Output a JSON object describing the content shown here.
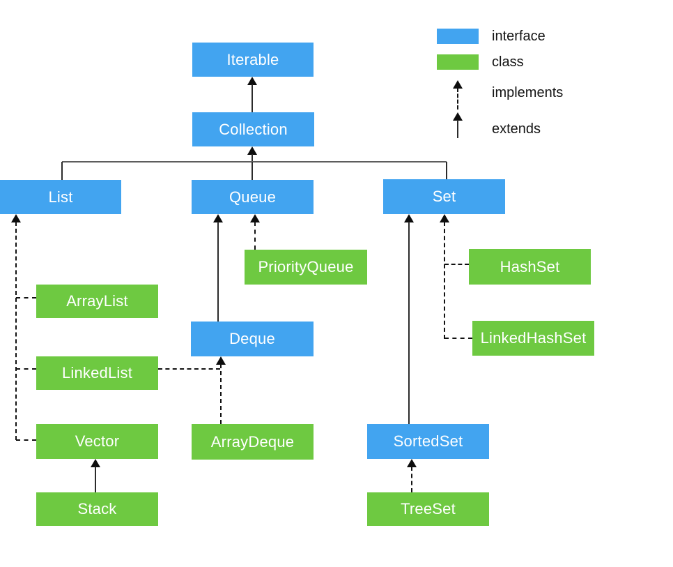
{
  "diagram": {
    "nodes": {
      "iterable": {
        "label": "Iterable",
        "type": "interface"
      },
      "collection": {
        "label": "Collection",
        "type": "interface"
      },
      "list": {
        "label": "List",
        "type": "interface"
      },
      "queue": {
        "label": "Queue",
        "type": "interface"
      },
      "set": {
        "label": "Set",
        "type": "interface"
      },
      "priorityqueue": {
        "label": "PriorityQueue",
        "type": "class"
      },
      "hashset": {
        "label": "HashSet",
        "type": "class"
      },
      "arraylist": {
        "label": "ArrayList",
        "type": "class"
      },
      "deque": {
        "label": "Deque",
        "type": "interface"
      },
      "linkedhashset": {
        "label": "LinkedHashSet",
        "type": "class"
      },
      "linkedlist": {
        "label": "LinkedList",
        "type": "class"
      },
      "vector": {
        "label": "Vector",
        "type": "class"
      },
      "arraydeque": {
        "label": "ArrayDeque",
        "type": "class"
      },
      "sortedset": {
        "label": "SortedSet",
        "type": "interface"
      },
      "stack": {
        "label": "Stack",
        "type": "class"
      },
      "treeset": {
        "label": "TreeSet",
        "type": "class"
      }
    },
    "edges": [
      {
        "from": "Collection",
        "to": "Iterable",
        "relation": "extends"
      },
      {
        "from": "List",
        "to": "Collection",
        "relation": "extends"
      },
      {
        "from": "Queue",
        "to": "Collection",
        "relation": "extends"
      },
      {
        "from": "Set",
        "to": "Collection",
        "relation": "extends"
      },
      {
        "from": "PriorityQueue",
        "to": "Queue",
        "relation": "implements"
      },
      {
        "from": "Deque",
        "to": "Queue",
        "relation": "extends"
      },
      {
        "from": "ArrayDeque",
        "to": "Deque",
        "relation": "implements"
      },
      {
        "from": "LinkedList",
        "to": "Deque",
        "relation": "implements"
      },
      {
        "from": "ArrayList",
        "to": "List",
        "relation": "implements"
      },
      {
        "from": "LinkedList",
        "to": "List",
        "relation": "implements"
      },
      {
        "from": "Vector",
        "to": "List",
        "relation": "implements"
      },
      {
        "from": "Stack",
        "to": "Vector",
        "relation": "extends"
      },
      {
        "from": "SortedSet",
        "to": "Set",
        "relation": "extends"
      },
      {
        "from": "HashSet",
        "to": "Set",
        "relation": "implements"
      },
      {
        "from": "LinkedHashSet",
        "to": "Set",
        "relation": "implements"
      },
      {
        "from": "TreeSet",
        "to": "SortedSet",
        "relation": "implements"
      }
    ],
    "legend": {
      "interface_label": "interface",
      "class_label": "class",
      "implements_label": "implements",
      "extends_label": "extends"
    },
    "colors": {
      "interface": "#42A4F0",
      "class": "#6EC941"
    }
  }
}
